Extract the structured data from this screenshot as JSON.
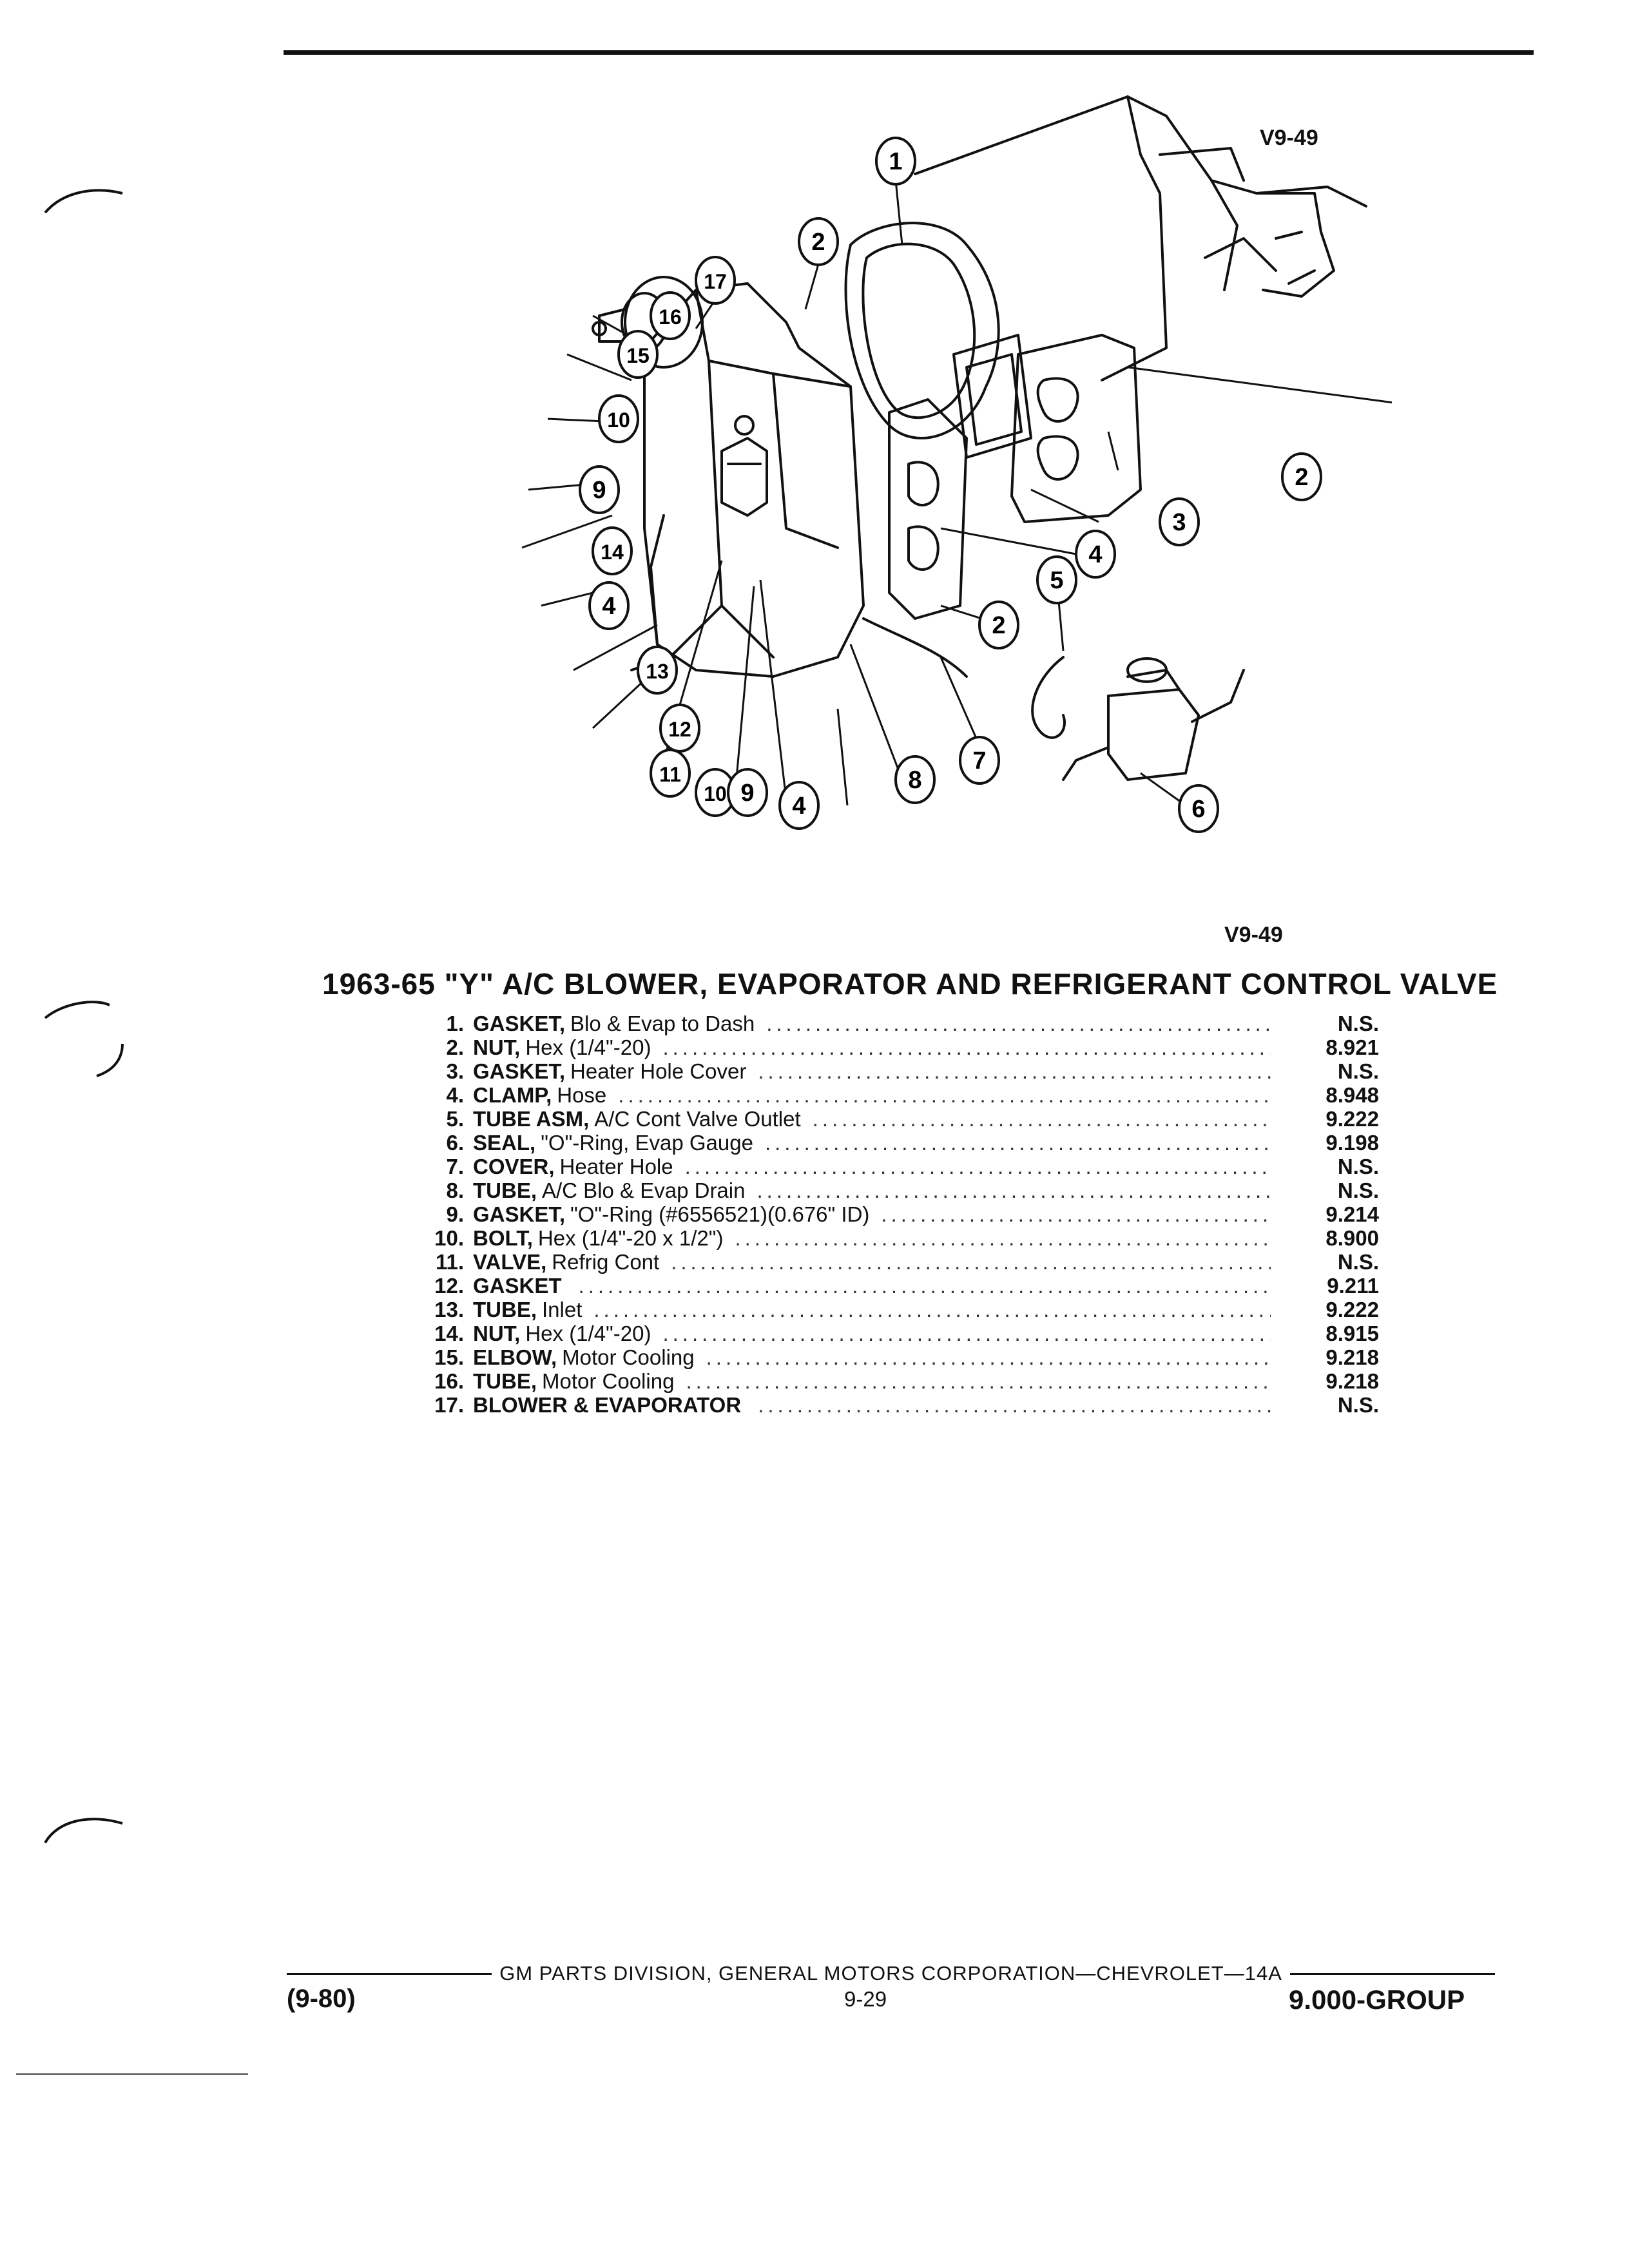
{
  "figure_code": "V9-49",
  "title": "1963-65 \"Y\" A/C BLOWER, EVAPORATOR AND REFRIGERANT CONTROL VALVE",
  "callouts": [
    "1",
    "2",
    "17",
    "16",
    "15",
    "10",
    "9",
    "14",
    "4",
    "13",
    "12",
    "11",
    "10",
    "9",
    "4",
    "8",
    "7",
    "2",
    "5",
    "4",
    "3",
    "2",
    "6"
  ],
  "parts": [
    {
      "num": "1.",
      "name": "GASKET,",
      "desc": "Blo & Evap to Dash",
      "code": "N.S."
    },
    {
      "num": "2.",
      "name": "NUT,",
      "desc": "Hex (1/4\"-20)",
      "code": "8.921"
    },
    {
      "num": "3.",
      "name": "GASKET,",
      "desc": "Heater Hole Cover",
      "code": "N.S."
    },
    {
      "num": "4.",
      "name": "CLAMP,",
      "desc": "Hose",
      "code": "8.948"
    },
    {
      "num": "5.",
      "name": "TUBE ASM,",
      "desc": "A/C Cont Valve Outlet",
      "code": "9.222"
    },
    {
      "num": "6.",
      "name": "SEAL,",
      "desc": "\"O\"-Ring, Evap Gauge",
      "code": "9.198"
    },
    {
      "num": "7.",
      "name": "COVER,",
      "desc": "Heater Hole",
      "code": "N.S."
    },
    {
      "num": "8.",
      "name": "TUBE,",
      "desc": "A/C Blo & Evap Drain",
      "code": "N.S."
    },
    {
      "num": "9.",
      "name": "GASKET,",
      "desc": "\"O\"-Ring (#6556521)(0.676\" ID)",
      "code": "9.214"
    },
    {
      "num": "10.",
      "name": "BOLT,",
      "desc": "Hex (1/4\"-20 x 1/2\")",
      "code": "8.900"
    },
    {
      "num": "11.",
      "name": "VALVE,",
      "desc": "Refrig Cont",
      "code": "N.S."
    },
    {
      "num": "12.",
      "name": "GASKET",
      "desc": "",
      "code": "9.211"
    },
    {
      "num": "13.",
      "name": "TUBE,",
      "desc": "Inlet",
      "code": "9.222"
    },
    {
      "num": "14.",
      "name": "NUT,",
      "desc": "Hex (1/4\"-20)",
      "code": "8.915"
    },
    {
      "num": "15.",
      "name": "ELBOW,",
      "desc": "Motor Cooling",
      "code": "9.218"
    },
    {
      "num": "16.",
      "name": "TUBE,",
      "desc": "Motor Cooling",
      "code": "9.218"
    },
    {
      "num": "17.",
      "name": "BLOWER & EVAPORATOR",
      "desc": "",
      "code": "N.S."
    }
  ],
  "footer": {
    "division": "GM PARTS DIVISION, GENERAL MOTORS CORPORATION—CHEVROLET—14A",
    "date": "(9-80)",
    "page": "9-29",
    "group": "9.000-GROUP"
  }
}
